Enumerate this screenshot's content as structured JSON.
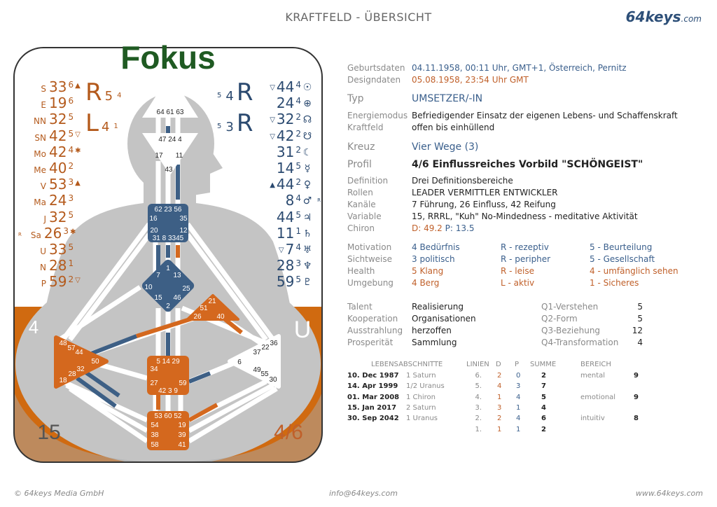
{
  "header": {
    "title": "KRAFTFELD - ÜBERSICHT",
    "logo_main": "64keys",
    "logo_suffix": ".com"
  },
  "footer": {
    "copyright": "© 64keys Media GmbH",
    "email": "info@64keys.com",
    "website": "www.64keys.com"
  },
  "colors": {
    "blue": "#3d5f85",
    "orange": "#d4681e",
    "green": "#1f5a22",
    "gray": "#c4c4c4"
  },
  "bodygraph": {
    "focus_label": "Fokus",
    "left_variables": [
      {
        "arrow": "R",
        "a": "5",
        "b": "4"
      },
      {
        "arrow": "L",
        "a": "4",
        "b": "1"
      }
    ],
    "right_variables": [
      {
        "a": "5",
        "b": "4",
        "arrow": "R"
      },
      {
        "a": "5",
        "b": "3",
        "arrow": "R"
      }
    ],
    "design_planets": [
      {
        "label": "S",
        "gate": "33",
        "line": "6",
        "mark": "▲"
      },
      {
        "label": "E",
        "gate": "19",
        "line": "6",
        "mark": ""
      },
      {
        "label": "NN",
        "gate": "32",
        "line": "5",
        "mark": ""
      },
      {
        "label": "SN",
        "gate": "42",
        "line": "5",
        "mark": "▽"
      },
      {
        "label": "Mo",
        "gate": "42",
        "line": "4",
        "mark": "✱"
      },
      {
        "label": "Me",
        "gate": "40",
        "line": "2",
        "mark": ""
      },
      {
        "label": "V",
        "gate": "53",
        "line": "3",
        "mark": "▲"
      },
      {
        "label": "Ma",
        "gate": "24",
        "line": "3",
        "mark": ""
      },
      {
        "label": "J",
        "gate": "32",
        "line": "5",
        "mark": ""
      },
      {
        "label": "Sa",
        "gate": "26",
        "line": "3",
        "mark": "✱",
        "retro": "R"
      },
      {
        "label": "U",
        "gate": "33",
        "line": "5",
        "mark": ""
      },
      {
        "label": "N",
        "gate": "28",
        "line": "1",
        "mark": ""
      },
      {
        "label": "P",
        "gate": "59",
        "line": "2",
        "mark": "▽"
      }
    ],
    "personality_planets": [
      {
        "mark": "▽",
        "gate": "44",
        "line": "4",
        "symbol": "☉"
      },
      {
        "mark": "",
        "gate": "24",
        "line": "4",
        "symbol": "⊕"
      },
      {
        "mark": "▽",
        "gate": "32",
        "line": "2",
        "symbol": "☊"
      },
      {
        "mark": "▽",
        "gate": "42",
        "line": "2",
        "symbol": "☋"
      },
      {
        "mark": "",
        "gate": "31",
        "line": "2",
        "symbol": "☾"
      },
      {
        "mark": "",
        "gate": "14",
        "line": "5",
        "symbol": "☿"
      },
      {
        "mark": "▲",
        "gate": "44",
        "line": "2",
        "symbol": "♀"
      },
      {
        "mark": "",
        "gate": "8",
        "line": "4",
        "symbol": "♂",
        "retro": "R"
      },
      {
        "mark": "",
        "gate": "44",
        "line": "5",
        "symbol": "♃"
      },
      {
        "mark": "",
        "gate": "11",
        "line": "1",
        "symbol": "♄"
      },
      {
        "mark": "▽",
        "gate": "7",
        "line": "4",
        "symbol": "♅"
      },
      {
        "mark": "",
        "gate": "28",
        "line": "3",
        "symbol": "♆"
      },
      {
        "mark": "",
        "gate": "59",
        "line": "5",
        "symbol": "♇"
      }
    ],
    "corner_left_top": "4",
    "corner_right_top": "U",
    "corner_left_bottom": "15",
    "corner_right_bottom": "4/6",
    "gates": {
      "head": [
        "64 61 63"
      ],
      "ajna": [
        "47 24 4",
        "17",
        "11",
        "43"
      ],
      "throat": [
        "62 23 56",
        "16",
        "35",
        "20",
        "12",
        "31 8 3345"
      ],
      "g": [
        "1",
        "7",
        "13",
        "10",
        "25",
        "15",
        "46",
        "2"
      ],
      "ego": [
        "21",
        "51",
        "26",
        "40"
      ],
      "spleen": [
        "48",
        "57",
        "44",
        "50",
        "32",
        "28",
        "18"
      ],
      "solar": [
        "36",
        "22",
        "37",
        "6",
        "49",
        "55",
        "30"
      ],
      "sacral": [
        "5 14 29",
        "34",
        "27",
        "59",
        "42 3 9"
      ],
      "root": [
        "53 60 52",
        "54",
        "19",
        "38",
        "39",
        "58",
        "41"
      ]
    }
  },
  "info": {
    "birth": {
      "label": "Geburtsdaten",
      "value": "04.11.1958, 00:11 Uhr, GMT+1, Österreich, Pernitz"
    },
    "design": {
      "label": "Designdaten",
      "value": "05.08.1958, 23:54 Uhr GMT"
    },
    "type": {
      "label": "Typ",
      "value": "UMSETZER/-IN"
    },
    "energy": {
      "label": "Energiemodus",
      "value": "Befriedigender Einsatz der eigenen Lebens- und Schaffenskraft"
    },
    "aura": {
      "label": "Kraftfeld",
      "value": "offen bis einhüllend"
    },
    "cross": {
      "label": "Kreuz",
      "value": "Vier Wege (3)"
    },
    "profile": {
      "label": "Profil",
      "value": "4/6 Einflussreiches Vorbild \"SCHÖNGEIST\""
    },
    "definition": {
      "label": "Definition",
      "value": "Drei Definitionsbereiche"
    },
    "roles": {
      "label": "Rollen",
      "value": "LEADER VERMITTLER ENTWICKLER"
    },
    "channels": {
      "label": "Kanäle",
      "value": "7 Führung, 26 Einfluss, 42 Reifung"
    },
    "variable": {
      "label": "Variable",
      "value": "15, RRRL, \"Kuh\" No-Mindedness - meditative Aktivität"
    },
    "chiron": {
      "label": "Chiron",
      "d": "D: 49.2",
      "p": "P: 13.5"
    }
  },
  "variables": [
    {
      "label": "Motivation",
      "c1": "4 Bedürfnis",
      "c2": "R - rezeptiv",
      "c3": "5 - Beurteilung",
      "color": "blue"
    },
    {
      "label": "Sichtweise",
      "c1": "3 politisch",
      "c2": "R - peripher",
      "c3": "5 - Gesellschaft",
      "color": "blue"
    },
    {
      "label": "Health",
      "c1": "5 Klang",
      "c2": "R - leise",
      "c3": "4 - umfänglich sehen",
      "color": "orange"
    },
    {
      "label": "Umgebung",
      "c1": "4 Berg",
      "c2": "L - aktiv",
      "c3": "1 - Sicheres",
      "color": "orange"
    }
  ],
  "talents": [
    {
      "label": "Talent",
      "value": "Realisierung",
      "q": "Q1-Verstehen",
      "qv": "5"
    },
    {
      "label": "Kooperation",
      "value": "Organisationen",
      "q": "Q2-Form",
      "qv": "5"
    },
    {
      "label": "Ausstrahlung",
      "value": "herzoffen",
      "q": "Q3-Beziehung",
      "qv": "12"
    },
    {
      "label": "Prosperität",
      "value": "Sammlung",
      "q": "Q4-Transformation",
      "qv": "4"
    }
  ],
  "life_table": {
    "headers": {
      "phases": "LEBENSABSCHNITTE",
      "lines": "LINIEN",
      "d": "D",
      "p": "P",
      "sum": "SUMME",
      "area": "BEREICH"
    },
    "rows": [
      {
        "date": "10. Dec 1987",
        "phase": "1 Saturn",
        "line": "6.",
        "d": "2",
        "p": "0",
        "sum": "2",
        "area": "mental",
        "area_val": "9"
      },
      {
        "date": "14. Apr 1999",
        "phase": "1/2 Uranus",
        "line": "5.",
        "d": "4",
        "p": "3",
        "sum": "7",
        "area": "",
        "area_val": ""
      },
      {
        "date": "01. Mar 2008",
        "phase": "1 Chiron",
        "line": "4.",
        "d": "1",
        "p": "4",
        "sum": "5",
        "area": "emotional",
        "area_val": "9"
      },
      {
        "date": "15. Jan 2017",
        "phase": "2 Saturn",
        "line": "3.",
        "d": "3",
        "p": "1",
        "sum": "4",
        "area": "",
        "area_val": ""
      },
      {
        "date": "30. Sep 2042",
        "phase": "1 Uranus",
        "line": "2.",
        "d": "2",
        "p": "4",
        "sum": "6",
        "area": "intuitiv",
        "area_val": "8"
      },
      {
        "date": "",
        "phase": "",
        "line": "1.",
        "d": "1",
        "p": "1",
        "sum": "2",
        "area": "",
        "area_val": ""
      }
    ]
  }
}
